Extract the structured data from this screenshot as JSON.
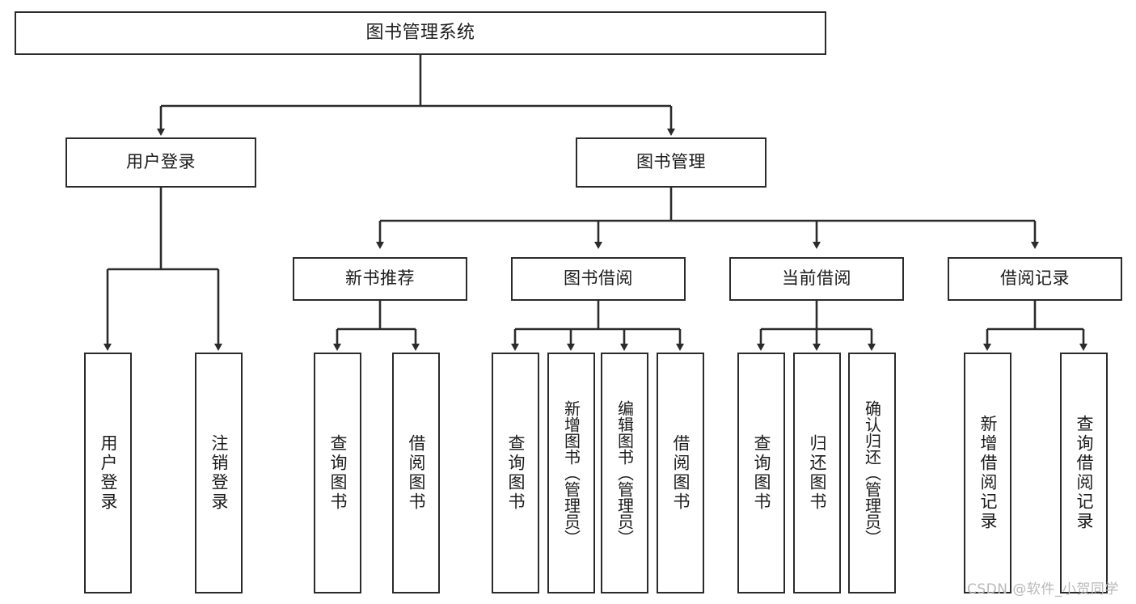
{
  "diagram": {
    "type": "tree",
    "title": "图书管理系统",
    "orientation": "top-down",
    "colors": {
      "box_border": "#2b2b2b",
      "box_fill": "#ffffff",
      "link": "#2b2b2b",
      "text": "#1b1b1b",
      "watermark": "#b9b9b9"
    },
    "nodes": {
      "root": {
        "label": "图书管理系统"
      },
      "level2": [
        {
          "id": "user-login",
          "label": "用户登录"
        },
        {
          "id": "book-manage",
          "label": "图书管理"
        }
      ],
      "level3": [
        {
          "id": "new-book-rec",
          "label": "新书推荐"
        },
        {
          "id": "book-borrow",
          "label": "图书借阅"
        },
        {
          "id": "current-borrow",
          "label": "当前借阅"
        },
        {
          "id": "borrow-record",
          "label": "借阅记录"
        }
      ],
      "leaves": {
        "user-login": [
          {
            "id": "leaf-user-login",
            "label": "用户登录"
          },
          {
            "id": "leaf-user-logout",
            "label": "注销登录"
          }
        ],
        "new-book-rec": [
          {
            "id": "leaf-query-book-1",
            "label": "查询图书"
          },
          {
            "id": "leaf-borrow-book-1",
            "label": "借阅图书"
          }
        ],
        "book-borrow": [
          {
            "id": "leaf-query-book-2",
            "label": "查询图书"
          },
          {
            "id": "leaf-add-book",
            "label": "新增图书（管理员）"
          },
          {
            "id": "leaf-edit-book",
            "label": "编辑图书（管理员）"
          },
          {
            "id": "leaf-borrow-book-2",
            "label": "借阅图书"
          }
        ],
        "current-borrow": [
          {
            "id": "leaf-query-book-3",
            "label": "查询图书"
          },
          {
            "id": "leaf-return-book",
            "label": "归还图书"
          },
          {
            "id": "leaf-confirm-return",
            "label": "确认归还（管理员）"
          }
        ],
        "borrow-record": [
          {
            "id": "leaf-add-record",
            "label": "新增借阅记录"
          },
          {
            "id": "leaf-query-record",
            "label": "查询借阅记录"
          }
        ]
      }
    },
    "watermark": "CSDN @软件_小贺同学"
  }
}
